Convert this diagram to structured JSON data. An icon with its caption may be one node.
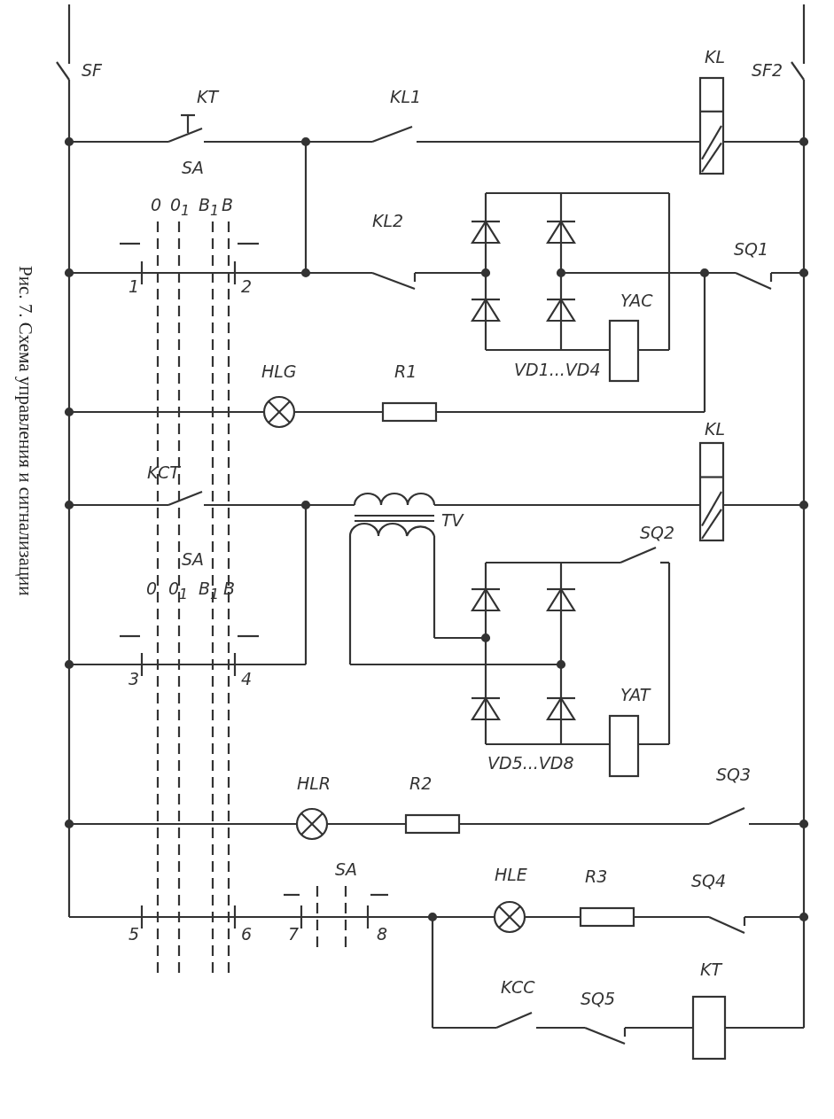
{
  "diagram": {
    "caption": "Рис. 7. Схема управления и сигнализации",
    "labels": [
      "SF",
      "KT",
      "KL1",
      "KL",
      "SF2",
      "SA",
      "0",
      "0$_{1}$",
      "В$_{1}$",
      "В",
      "1",
      "2",
      "KL2",
      "SQ1",
      "YAC",
      "HLG",
      "R1",
      "VD1...VD4",
      "KL",
      "KCT",
      "TV",
      "SQ2",
      "SA",
      "0",
      "0$_{1}$",
      "В$_{1}$",
      "В",
      "3",
      "4",
      "YAT",
      "VD5...VD8",
      "HLR",
      "R2",
      "SQ3",
      "SA",
      "5",
      "6",
      "7",
      "8",
      "HLE",
      "R3",
      "SQ4",
      "KCC",
      "SQ5",
      "KT"
    ]
  }
}
